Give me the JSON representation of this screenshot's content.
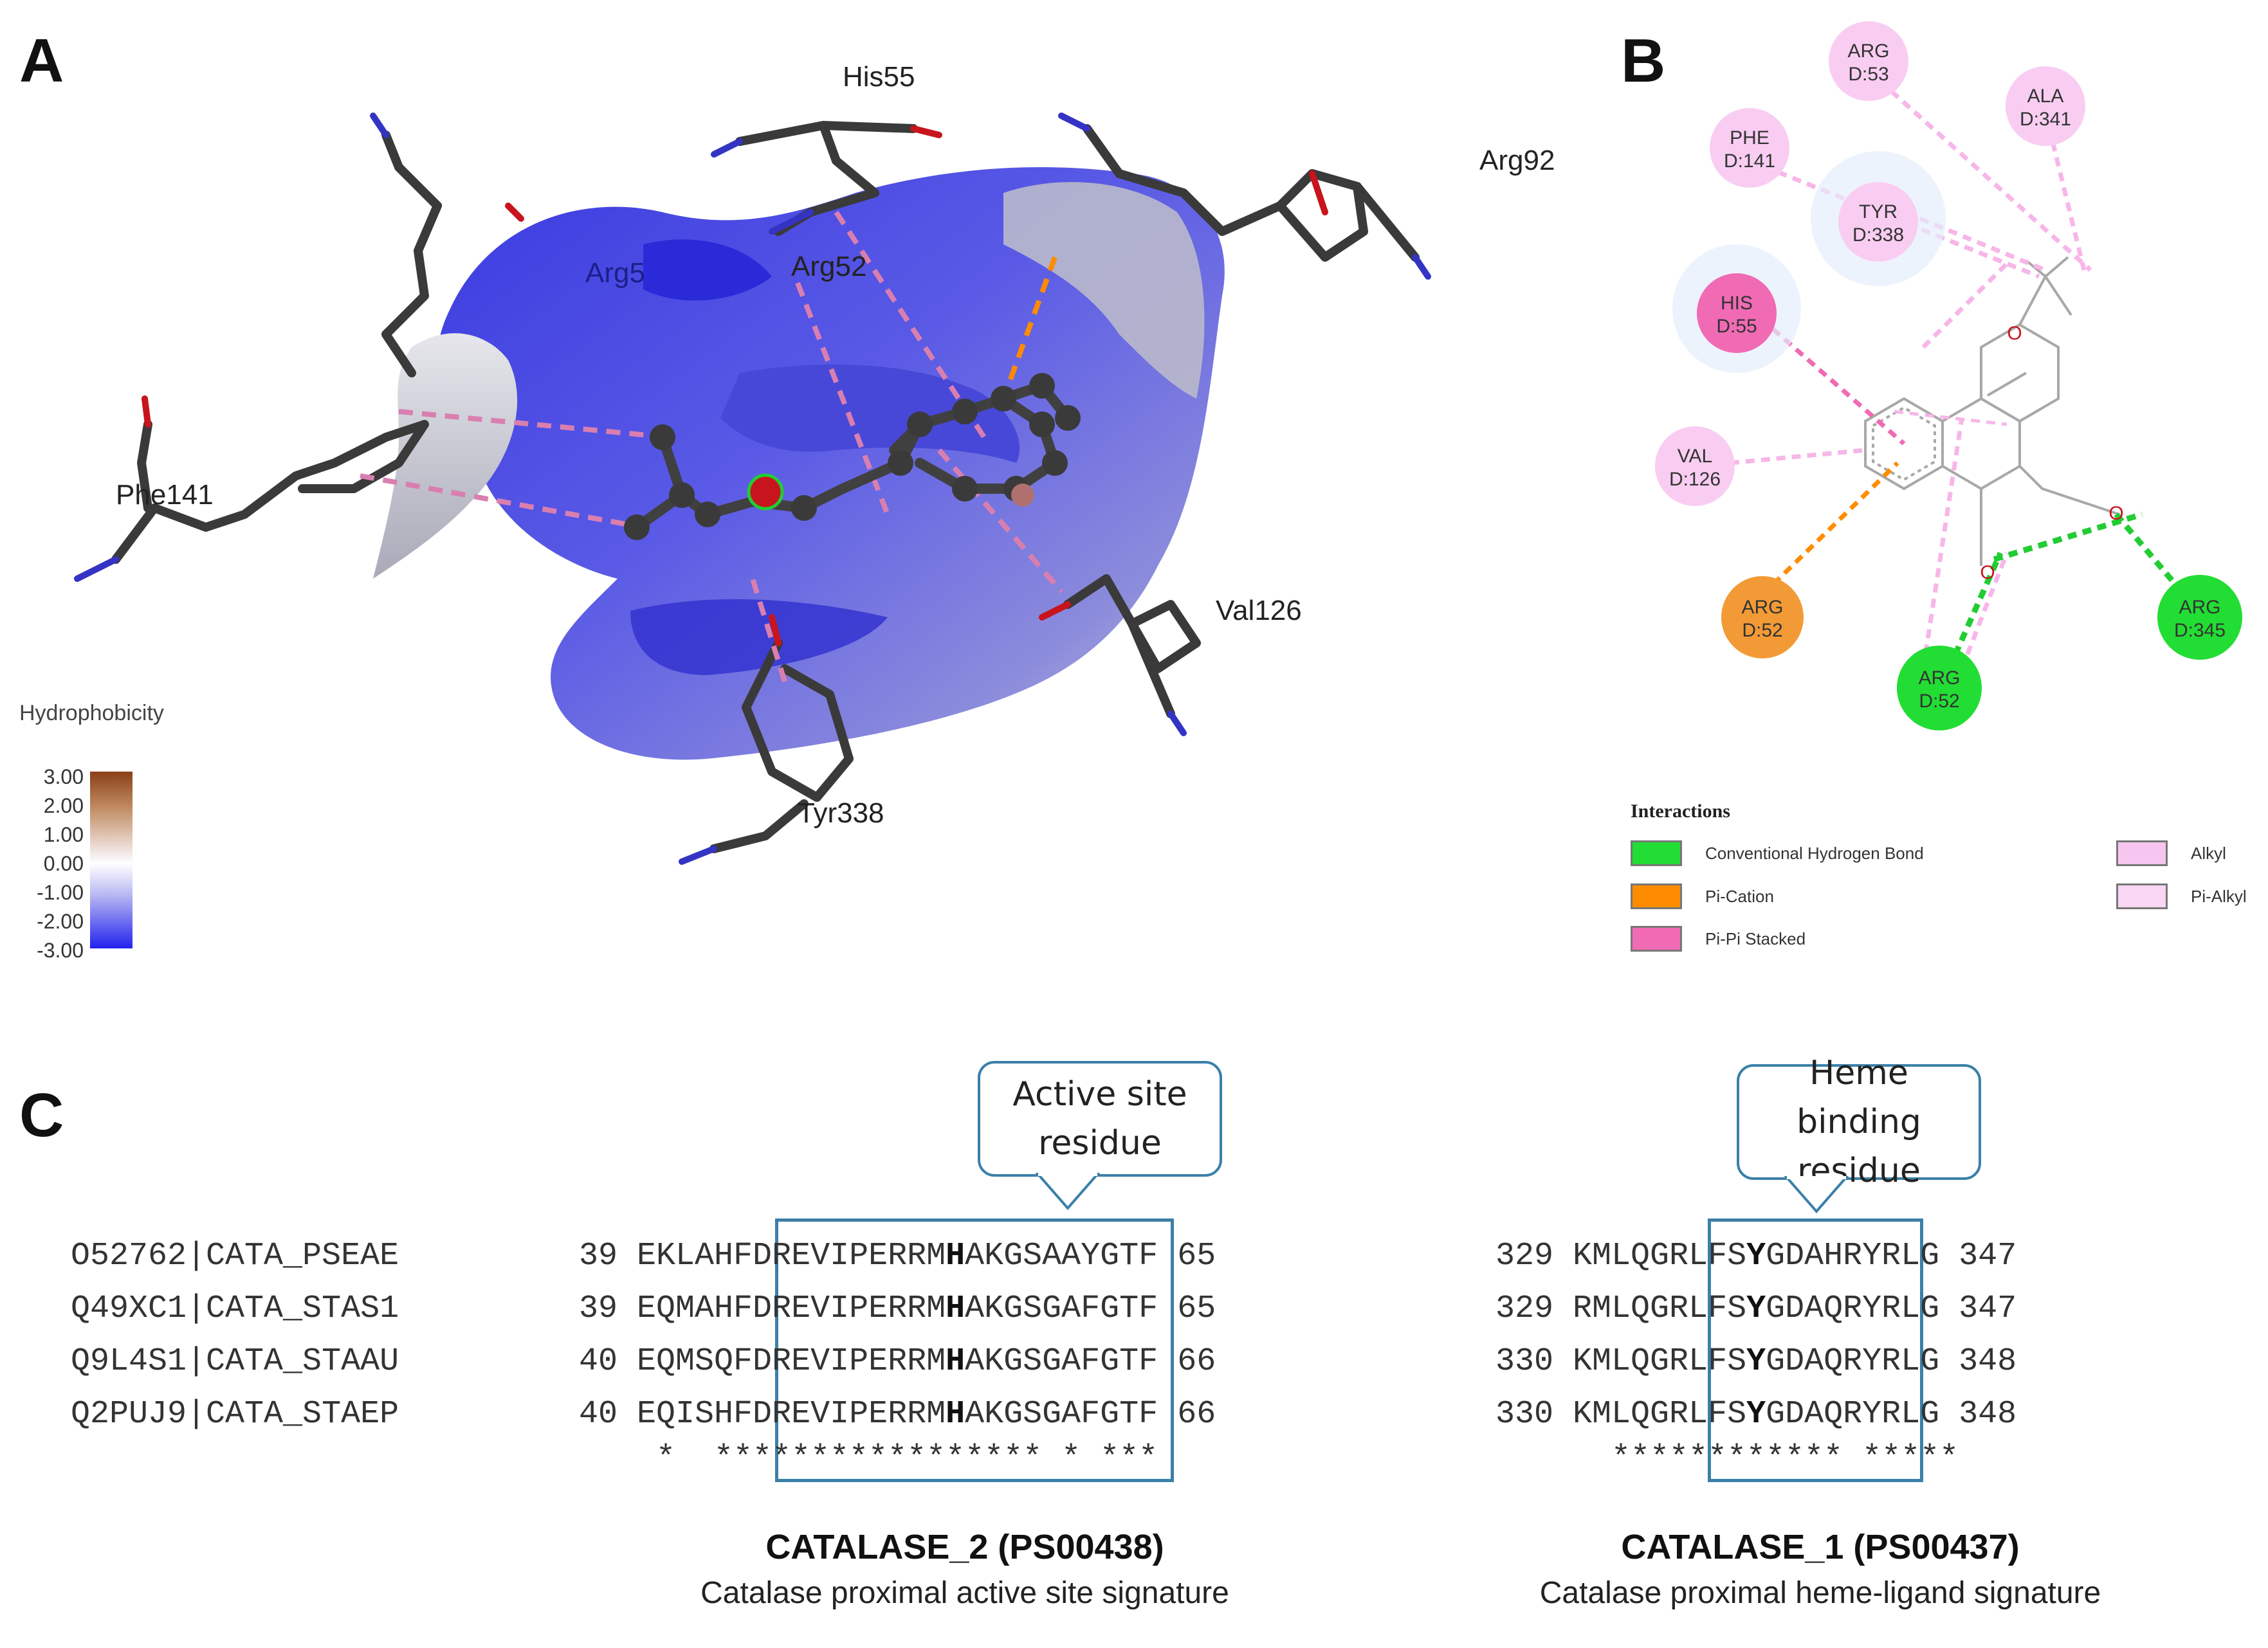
{
  "panel_a": {
    "letter": "A",
    "residue_labels": [
      "His55",
      "Arg92",
      "Arg52",
      "Arg5",
      "Phe141",
      "Val126",
      "Tyr338"
    ],
    "hydrophobicity": {
      "title": "Hydrophobicity",
      "ticks": [
        "3.00",
        "2.00",
        "1.00",
        "0.00",
        "-1.00",
        "-2.00",
        "-3.00"
      ],
      "colors": {
        "high": "#8a3f17",
        "mid": "#ffffff",
        "low": "#2222ee"
      }
    }
  },
  "panel_b": {
    "letter": "B",
    "residues": [
      {
        "name": "ARG",
        "id": "D:53",
        "type": "alkyl"
      },
      {
        "name": "ALA",
        "id": "D:341",
        "type": "alkyl"
      },
      {
        "name": "PHE",
        "id": "D:141",
        "type": "alkyl"
      },
      {
        "name": "TYR",
        "id": "D:338",
        "type": "alkyl"
      },
      {
        "name": "HIS",
        "id": "D:55",
        "type": "pi-pi"
      },
      {
        "name": "VAL",
        "id": "D:126",
        "type": "alkyl"
      },
      {
        "name": "ARG",
        "id": "D:52",
        "type": "pi-cation"
      },
      {
        "name": "ARG",
        "id": "D:52",
        "type": "hbond"
      },
      {
        "name": "ARG",
        "id": "D:345",
        "type": "hbond"
      }
    ],
    "atom_labels": {
      "o1": "O",
      "o2": "O",
      "o3": "O"
    },
    "legend": {
      "title": "Interactions",
      "items": [
        {
          "label": "Conventional Hydrogen Bond",
          "color": "#22dd33"
        },
        {
          "label": "Pi-Cation",
          "color": "#ff8c00"
        },
        {
          "label": "Pi-Pi Stacked",
          "color": "#f06ab4"
        },
        {
          "label": "Alkyl",
          "color": "#f7c6f0"
        },
        {
          "label": "Pi-Alkyl",
          "color": "#f9d6f3"
        }
      ]
    }
  },
  "panel_c": {
    "letter": "C",
    "callouts": {
      "active": "Active site residue",
      "heme": "Heme binding residue"
    },
    "rows": [
      {
        "name": "O52762|CATA_PSEAE",
        "s1": "39",
        "pre1": "EKLAHFDREVIPERRM",
        "bold1": "H",
        "post1": "AKGSAAYGTF",
        "e1": "65",
        "s2": "329",
        "pre2": "KMLQGRLFS",
        "bold2": "Y",
        "post2": "GDAHRYRLG",
        "e2": "347"
      },
      {
        "name": "Q49XC1|CATA_STAS1",
        "s1": "39",
        "pre1": "EQMAHFDREVIPERRM",
        "bold1": "H",
        "post1": "AKGSGAFGTF",
        "e1": "65",
        "s2": "329",
        "pre2": "RMLQGRLFS",
        "bold2": "Y",
        "post2": "GDAQRYRLG",
        "e2": "347"
      },
      {
        "name": "Q9L4S1|CATA_STAAU",
        "s1": "40",
        "pre1": "EQMSQFDREVIPERRM",
        "bold1": "H",
        "post1": "AKGSGAFGTF",
        "e1": "66",
        "s2": "330",
        "pre2": "KMLQGRLFS",
        "bold2": "Y",
        "post2": "GDAQRYRLG",
        "e2": "348"
      },
      {
        "name": "Q2PUJ9|CATA_STAEP",
        "s1": "40",
        "pre1": "EQISHFDREVIPERRM",
        "bold1": "H",
        "post1": "AKGSGAFGTF",
        "e1": "66",
        "s2": "330",
        "pre2": "KMLQGRLFS",
        "bold2": "Y",
        "post2": "GDAQRYRLG",
        "e2": "348"
      }
    ],
    "consensus1": "*  ***************** * ***",
    "consensus2": "************ *****",
    "signatures": [
      {
        "title": "CATALASE_2 (PS00438)",
        "desc": "Catalase proximal active site signature"
      },
      {
        "title": "CATALASE_1 (PS00437)",
        "desc": "Catalase proximal heme-ligand signature"
      }
    ]
  }
}
